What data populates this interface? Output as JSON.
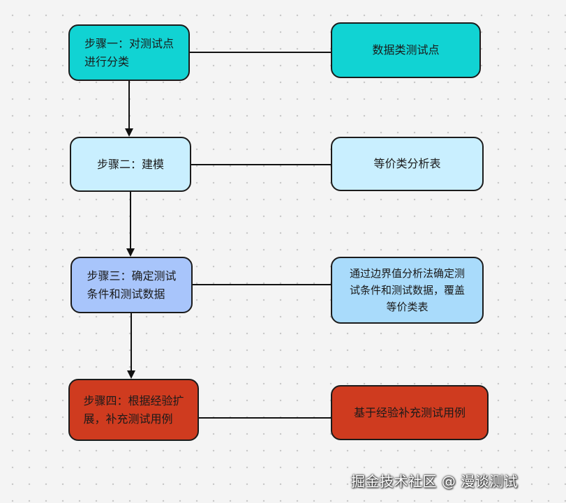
{
  "steps": [
    {
      "label": "步骤一：对测试点\n进行分类"
    },
    {
      "label": "步骤二：建模"
    },
    {
      "label": "步骤三：确定测试\n条件和测试数据"
    },
    {
      "label": "步骤四：根据经验扩\n展，补充测试用例"
    }
  ],
  "outputs": [
    {
      "label": "数据类测试点"
    },
    {
      "label": "等价类分析表"
    },
    {
      "label": "通过边界值分析法确定测\n试条件和测试数据，覆盖\n等价类表"
    },
    {
      "label": "基于经验补充测试用例"
    }
  ],
  "watermark": "掘金技术社区 @ 漫谈测试",
  "colors": {
    "teal": "#11d3d3",
    "light_blue": "#c9efff",
    "periwinkle": "#a8c5fb",
    "sky_blue": "#a9dbfb",
    "red": "#cf3b1f"
  }
}
